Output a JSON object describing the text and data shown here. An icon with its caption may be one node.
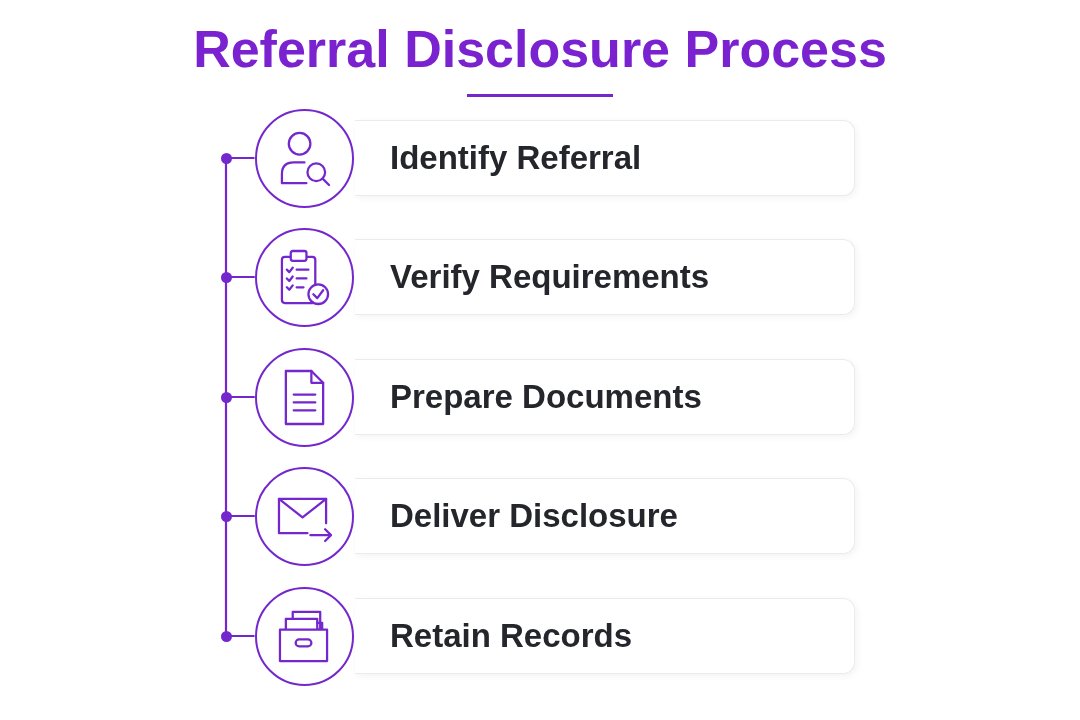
{
  "diagram": {
    "title": "Referral Disclosure Process",
    "nodes": [
      {
        "text": [],
        "shape": "circle"
      },
      {
        "text": [
          "Identify Referral"
        ]
      },
      {
        "text": [],
        "shape": "circle"
      },
      {
        "text": [
          "Verify Requirements"
        ]
      },
      {
        "text": [],
        "shape": "circle"
      },
      {
        "text": [
          "Prepare Documents"
        ]
      },
      {
        "text": [],
        "shape": "circle"
      },
      {
        "text": [
          "Deliver Disclosure"
        ]
      },
      {
        "text": [],
        "shape": "circle"
      },
      {
        "text": [
          "Retain Records"
        ]
      }
    ],
    "edges": [
      {
        "from": 0,
        "to": 2,
        "arrow": "none"
      },
      {
        "from": 2,
        "to": 4,
        "arrow": "none"
      },
      {
        "from": 4,
        "to": 6,
        "arrow": "none"
      },
      {
        "from": 6,
        "to": 8,
        "arrow": "none"
      }
    ]
  }
}
